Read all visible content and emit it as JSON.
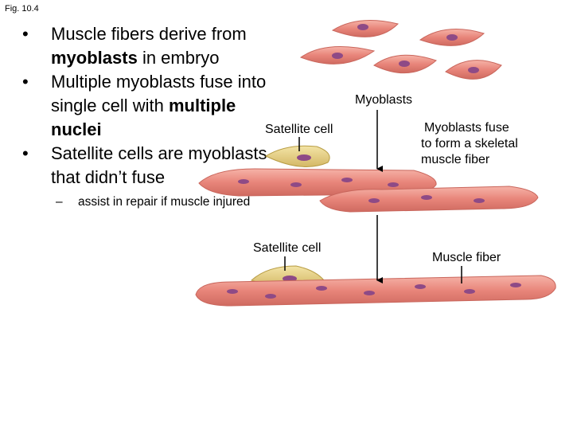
{
  "figure_label": "Fig. 10.4",
  "bullets": [
    {
      "pre": "Muscle fibers derive from ",
      "bold": "myoblasts",
      "post": " in embryo"
    },
    {
      "pre": "Multiple myoblasts fuse into single cell with ",
      "bold": "multiple nuclei",
      "post": ""
    },
    {
      "pre": "Satellite cells are myoblasts that didn’t fuse",
      "bold": "",
      "post": ""
    }
  ],
  "sub_bullet": "assist in repair if muscle injured",
  "bullet_glyph": "•",
  "dash_glyph": "–",
  "labels": {
    "myoblasts": "Myoblasts",
    "satellite_top": "Satellite cell",
    "fuse_line1": "Myoblasts fuse",
    "fuse_line2": "to form a skeletal",
    "fuse_line3": "muscle fiber",
    "satellite_bottom": "Satellite cell",
    "muscle_fiber": "Muscle fiber"
  },
  "colors": {
    "cell_fill": "#e8857a",
    "cell_stroke": "#c9665c",
    "nucleus": "#8e4a86",
    "satellite_fill": "#e6cf7e",
    "satellite_stroke": "#b89d45"
  }
}
